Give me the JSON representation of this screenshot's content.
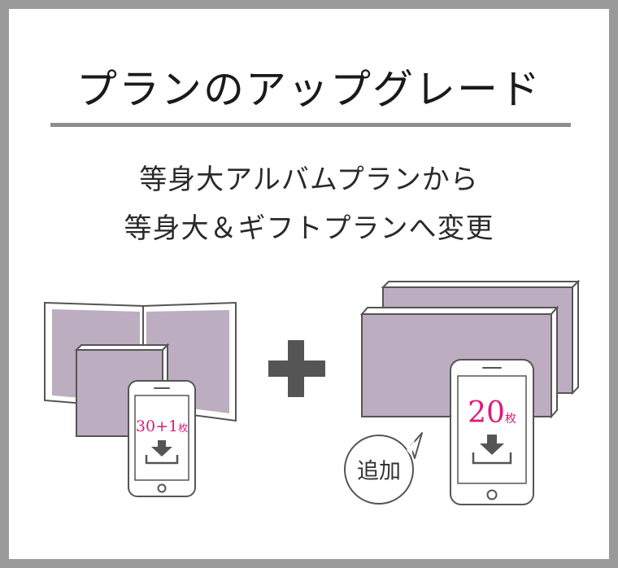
{
  "title": "プランのアップグレード",
  "subtitle": {
    "line1": "等身大アルバムプランから",
    "line2": "等身大＆ギフトプランへ変更"
  },
  "left_phone": {
    "count": "30+1",
    "unit": "枚"
  },
  "right_phone": {
    "count": "20",
    "unit": "枚"
  },
  "badge": {
    "label": "追加"
  },
  "icons": [
    "plus-icon",
    "download-icon"
  ],
  "colors": {
    "frame": "#9a9a9a",
    "photo": "#bcadc0",
    "accent": "#e0197a",
    "plus": "#555555",
    "outline": "#555555"
  }
}
